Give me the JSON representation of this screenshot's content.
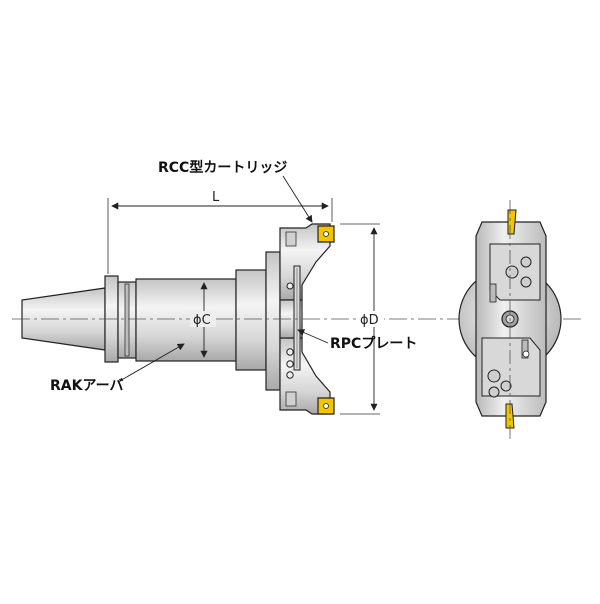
{
  "labels": {
    "cartridge": "RCC型カートリッジ",
    "plate": "RPCプレート",
    "arbor": "RAKアーバ",
    "length": "L",
    "dia_c": "ϕC",
    "dia_d": "ϕD"
  },
  "colors": {
    "body_light": "#ededed",
    "body_mid": "#cfcfcf",
    "body_dark": "#9a9a9a",
    "outline": "#222222",
    "insert": "#f2c500",
    "centerline": "#555555"
  }
}
